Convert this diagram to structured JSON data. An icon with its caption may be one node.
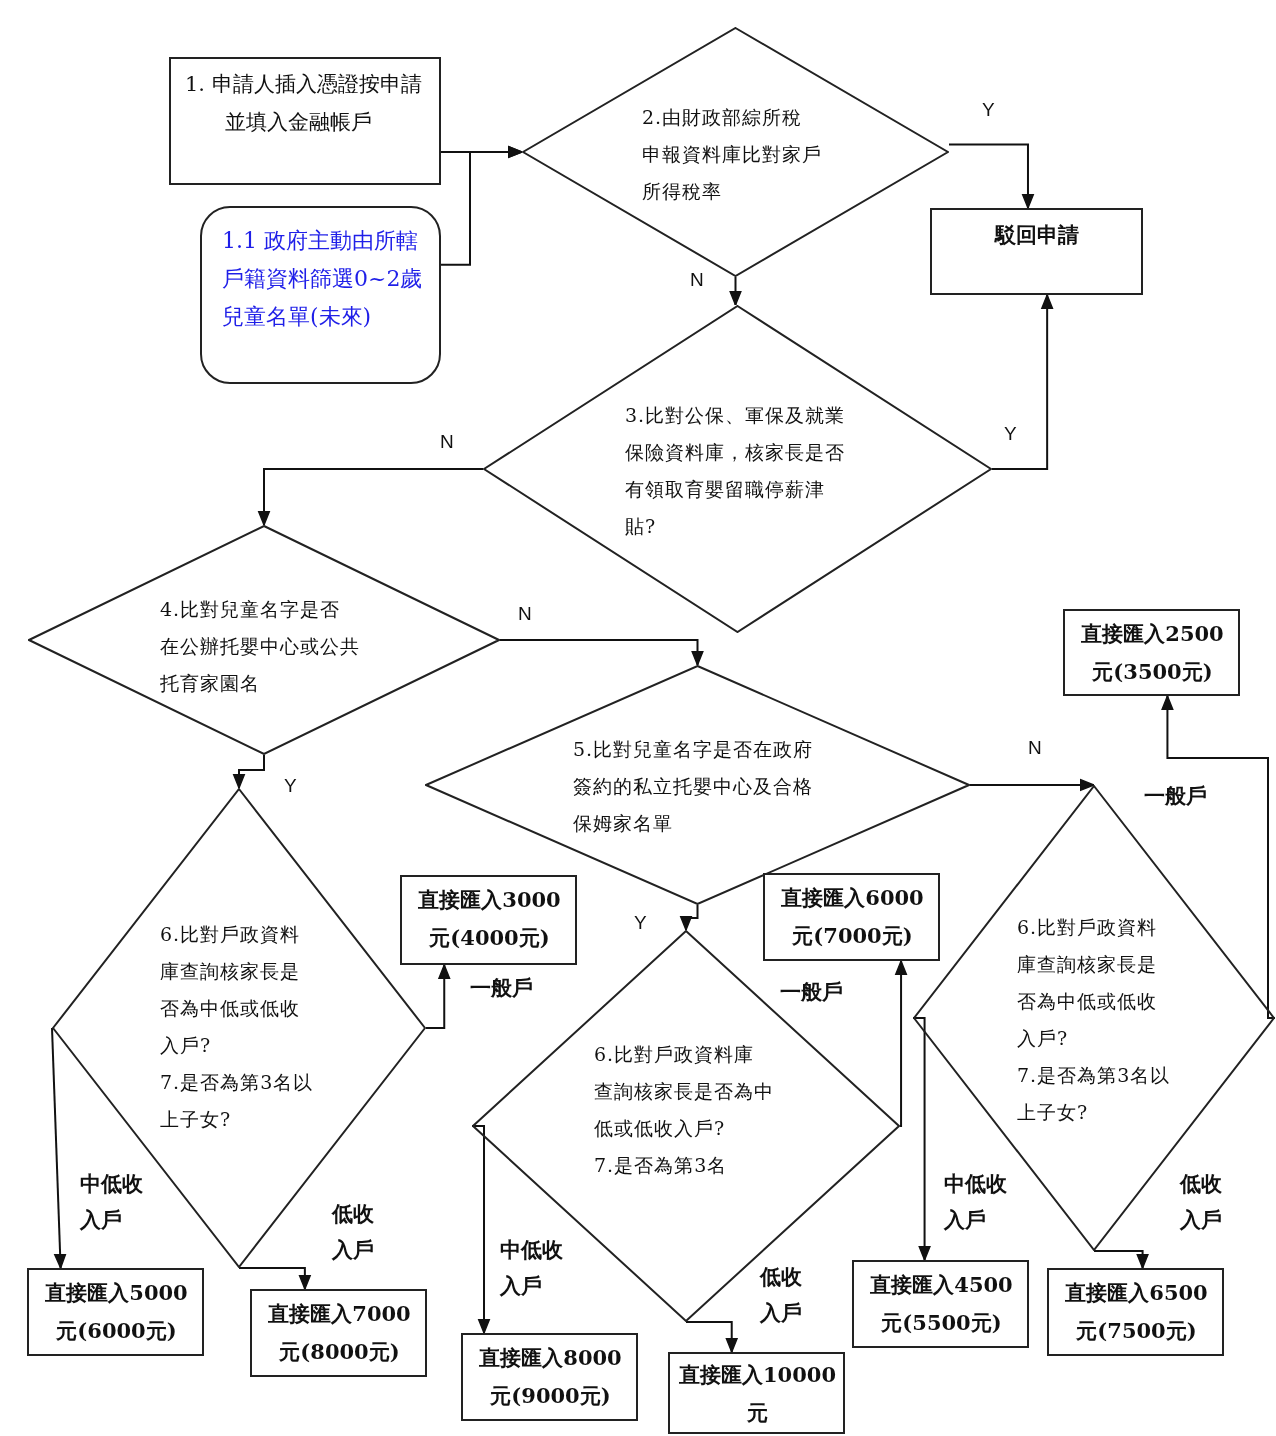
{
  "diagram": {
    "nodes": [
      {
        "text": [
          "1. 申請人插入憑證按申請並填入金融帳戶"
        ]
      },
      {
        "text": [
          "1.1 政府主動由所轄戶籍資料篩選0~2歲兒童名單(未來)"
        ]
      },
      {
        "text": [
          "2.由財政部綜所稅申報資料庫比對家戶所得稅率"
        ]
      },
      {
        "text": [
          "駁回申請"
        ]
      },
      {
        "text": [
          "3.比對公保、軍保及就業保險資料庫，核家長是否有領取育嬰留職停薪津貼?"
        ]
      },
      {
        "text": [
          "4.比對兒童名字是否在公辦托嬰中心或公共托育家園名"
        ]
      },
      {
        "text": [
          "5.比對兒童名字是否在政府簽約的私立托嬰中心及合格保姆家名單"
        ]
      },
      {
        "text": [
          "直接匯入2500元(3500元)"
        ]
      },
      {
        "text": [
          "6.比對戶政資料庫查詢核家長是否為中低或低收入戶?",
          "7.是否為第3名以上子女?"
        ]
      },
      {
        "text": [
          "直接匯入3000元(4000元)"
        ]
      },
      {
        "text": [
          "直接匯入6000元(7000元)"
        ]
      },
      {
        "text": [
          "6.比對戶政資料庫查詢核家長是否為中低或低收入戶?",
          "7.是否為第3名"
        ]
      },
      {
        "text": [
          "6.比對戶政資料庫查詢核家長是否為中低或低收入戶?",
          "7.是否為第3名以上子女?"
        ]
      },
      {
        "text": [
          "直接匯入5000元(6000元)"
        ]
      },
      {
        "text": [
          "直接匯入7000元(8000元)"
        ]
      },
      {
        "text": [
          "直接匯入8000元(9000元)"
        ]
      },
      {
        "text": [
          "直接匯入10000元"
        ]
      },
      {
        "text": [
          "直接匯入4500元(5500元)"
        ]
      },
      {
        "text": [
          "直接匯入6500元(7500元)"
        ]
      }
    ],
    "edges": [
      {
        "from": 0,
        "to": 2,
        "arrow": "to"
      },
      {
        "from": 1,
        "to": 2,
        "arrow": "to"
      },
      {
        "from": 2,
        "to": 3,
        "arrow": "to",
        "label": "Y"
      },
      {
        "from": 2,
        "to": 4,
        "arrow": "to",
        "label": "N"
      },
      {
        "from": 4,
        "to": 3,
        "arrow": "to",
        "label": "Y"
      },
      {
        "from": 4,
        "to": 5,
        "arrow": "to",
        "label": "N"
      },
      {
        "from": 5,
        "to": 6,
        "arrow": "to",
        "label": "N"
      },
      {
        "from": 5,
        "to": 8,
        "arrow": "to",
        "label": "Y"
      },
      {
        "from": 6,
        "to": 12,
        "arrow": "to",
        "label": "N"
      },
      {
        "from": 6,
        "to": 11,
        "arrow": "to",
        "label": "Y"
      },
      {
        "from": 8,
        "to": 9,
        "arrow": "to",
        "label": "一般戶"
      },
      {
        "from": 8,
        "to": 13,
        "arrow": "to",
        "label": "中低收入戶"
      },
      {
        "from": 8,
        "to": 14,
        "arrow": "to",
        "label": "低收入戶"
      },
      {
        "from": 11,
        "to": 10,
        "arrow": "to",
        "label": "一般戶"
      },
      {
        "from": 11,
        "to": 15,
        "arrow": "to",
        "label": "中低收入戶"
      },
      {
        "from": 11,
        "to": 16,
        "arrow": "to",
        "label": "低收入戶"
      },
      {
        "from": 12,
        "to": 7,
        "arrow": "to",
        "label": "一般戶"
      },
      {
        "from": 12,
        "to": 17,
        "arrow": "to",
        "label": "中低收入戶"
      },
      {
        "from": 12,
        "to": 18,
        "arrow": "to",
        "label": "低收入戶"
      }
    ]
  }
}
